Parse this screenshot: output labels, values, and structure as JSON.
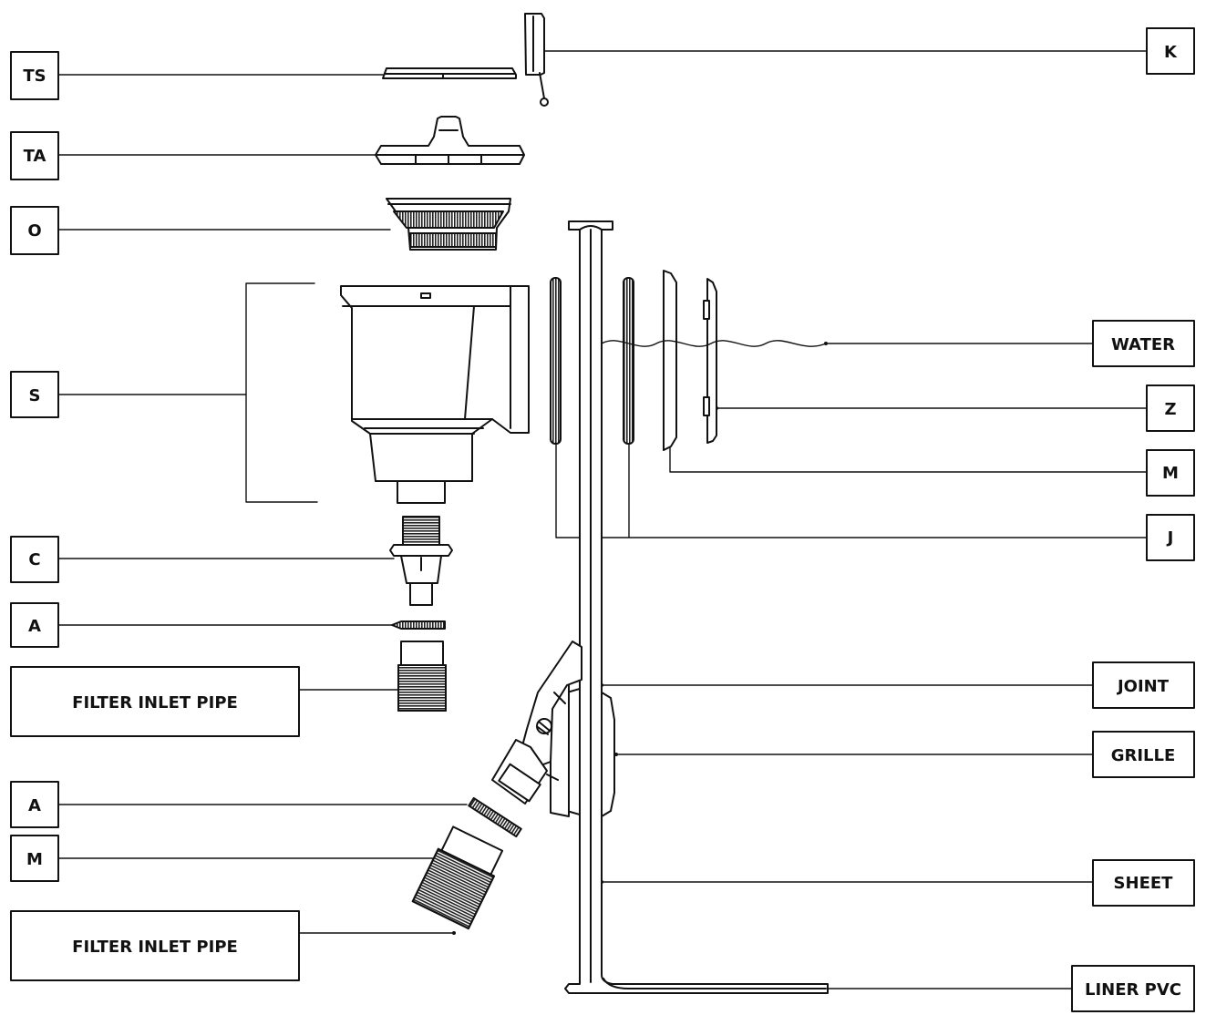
{
  "labels_left": {
    "ts": "TS",
    "ta": "TA",
    "o": "O",
    "s": "S",
    "c": "C",
    "a1": "A",
    "inlet1": "FILTER INLET PIPE",
    "a2": "A",
    "m2": "M",
    "inlet2": "FILTER INLET PIPE"
  },
  "labels_right": {
    "k": "K",
    "water": "WATER",
    "z": "Z",
    "m": "M",
    "j": "J",
    "joint": "JOINT",
    "grille": "GRILLE",
    "sheet": "SHEET",
    "liner": "LINER PVC"
  }
}
